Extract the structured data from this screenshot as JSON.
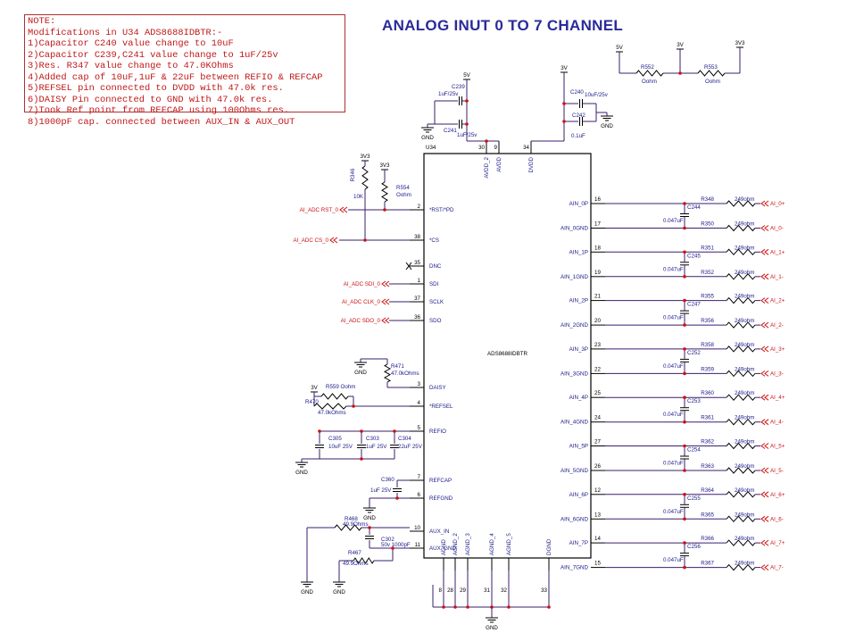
{
  "title": "ANALOG INUT 0 TO 7 CHANNEL",
  "notes": [
    "NOTE:",
    "Modifications in U34 ADS8688IDBTR:-",
    "1)Capacitor C240 value change to 10uF",
    "2)Capacitor C239,C241 value change to 1uF/25v",
    "3)Res. R347 value change to 47.0KOhms",
    "4)Added cap of 10uF,1uF & 22uF between REFIO & REFCAP",
    "5)REFSEL pin connected to DVDD with 47.0k res.",
    "6)DAISY Pin connected to GND with 47.0k res.",
    "7)Took Ref point from REFCAP using 100Ohms res.",
    "8)1000pF cap. connected between AUX_IN & AUX_OUT"
  ],
  "chip": {
    "ref": "U34",
    "part": "ADS8688IDBTR",
    "top_pins": [
      {
        "name": "AVDD_2",
        "num": "30"
      },
      {
        "name": "AVDD",
        "num": "9"
      },
      {
        "name": "DVDD",
        "num": "34"
      }
    ],
    "left_pins": [
      {
        "name": "*RST/*PD",
        "num": "2"
      },
      {
        "name": "*CS",
        "num": "38"
      },
      {
        "name": "DNC",
        "num": "35"
      },
      {
        "name": "SDI",
        "num": "1"
      },
      {
        "name": "SCLK",
        "num": "37"
      },
      {
        "name": "SDO",
        "num": "36"
      },
      {
        "name": "DAISY",
        "num": "3"
      },
      {
        "name": "*REFSEL",
        "num": "4"
      },
      {
        "name": "REFIO",
        "num": "5"
      },
      {
        "name": "REFCAP",
        "num": "7"
      },
      {
        "name": "REFGND",
        "num": "6"
      },
      {
        "name": "AUX_IN",
        "num": "10"
      },
      {
        "name": "AUX_GND",
        "num": "11"
      }
    ],
    "bottom_pins": [
      {
        "name": "AGND",
        "num": "8"
      },
      {
        "name": "AGND_2",
        "num": "28"
      },
      {
        "name": "AGND_3",
        "num": "29"
      },
      {
        "name": "AGND_4",
        "num": "31"
      },
      {
        "name": "AGND_5",
        "num": "32"
      },
      {
        "name": "DGND",
        "num": "33"
      }
    ]
  },
  "channels": [
    {
      "p_name": "AIN_0P",
      "p_num": "16",
      "n_name": "AIN_0GND",
      "n_num": "17",
      "cap": "C244",
      "cap_val": "0.047uF",
      "rp": "R348",
      "rp_val": "249ohm",
      "rn": "R350",
      "rn_val": "249ohm",
      "out_p": "AI_0+",
      "out_n": "AI_0-"
    },
    {
      "p_name": "AIN_1P",
      "p_num": "18",
      "n_name": "AIN_1GND",
      "n_num": "19",
      "cap": "C245",
      "cap_val": "0.047uF",
      "rp": "R351",
      "rp_val": "249ohm",
      "rn": "R352",
      "rn_val": "249ohm",
      "out_p": "AI_1+",
      "out_n": "AI_1-"
    },
    {
      "p_name": "AIN_2P",
      "p_num": "21",
      "n_name": "AIN_2GND",
      "n_num": "20",
      "cap": "C247",
      "cap_val": "0.047uF",
      "rp": "R355",
      "rp_val": "249ohm",
      "rn": "R356",
      "rn_val": "249ohm",
      "out_p": "AI_2+",
      "out_n": "AI_2-"
    },
    {
      "p_name": "AIN_3P",
      "p_num": "23",
      "n_name": "AIN_3GND",
      "n_num": "22",
      "cap": "C252",
      "cap_val": "0.047uF",
      "rp": "R358",
      "rp_val": "249ohm",
      "rn": "R359",
      "rn_val": "249ohm",
      "out_p": "AI_3+",
      "out_n": "AI_3-"
    },
    {
      "p_name": "AIN_4P",
      "p_num": "25",
      "n_name": "AIN_4GND",
      "n_num": "24",
      "cap": "C253",
      "cap_val": "0.047uF",
      "rp": "R360",
      "rp_val": "249ohm",
      "rn": "R361",
      "rn_val": "249ohm",
      "out_p": "AI_4+",
      "out_n": "AI_4-"
    },
    {
      "p_name": "AIN_5P",
      "p_num": "27",
      "n_name": "AIN_5GND",
      "n_num": "26",
      "cap": "C254",
      "cap_val": "0.047uF",
      "rp": "R362",
      "rp_val": "249ohm",
      "rn": "R363",
      "rn_val": "249ohm",
      "out_p": "AI_5+",
      "out_n": "AI_5-"
    },
    {
      "p_name": "AIN_6P",
      "p_num": "12",
      "n_name": "AIN_6GND",
      "n_num": "13",
      "cap": "C255",
      "cap_val": "0.047uF",
      "rp": "R364",
      "rp_val": "249ohm",
      "rn": "R365",
      "rn_val": "249ohm",
      "out_p": "AI_6+",
      "out_n": "AI_6-"
    },
    {
      "p_name": "AIN_7P",
      "p_num": "14",
      "n_name": "AIN_7GND",
      "n_num": "15",
      "cap": "C256",
      "cap_val": "0.047uF",
      "rp": "R366",
      "rp_val": "249ohm",
      "rn": "R367",
      "rn_val": "249ohm",
      "out_p": "AI_7+",
      "out_n": "AI_7-"
    }
  ],
  "signals": {
    "rst": "AI_ADC RST_0",
    "cs": "AI_ADC CS_0",
    "sdi": "AI_ADC SDI_0",
    "clk": "AI_ADC CLK_0",
    "sdo": "AI_ADC SDO_0"
  },
  "labels": {
    "gnd": "GND",
    "v5": "5V",
    "v3": "3V",
    "v3v3": "3V3",
    "c239": "C239",
    "c239_val": "1uF/25v",
    "c241": "C241",
    "c241_val": "1uF/25v",
    "c240": "C240",
    "c240_val": "10uF/25v",
    "c242": "C242",
    "c242_val": "0.1uF",
    "r552": "R552",
    "r552_val": "Oohm",
    "r553": "R553",
    "r553_val": "Oohm",
    "r346": "R346",
    "r346_val": "10K",
    "r554": "R554",
    "r554_val": "Oohm",
    "r471": "R471",
    "r471_val": "47.0kOhms",
    "r559": "R559",
    "r559_val": "Oohm",
    "r470": "R470",
    "r470_val": "47.0kOhms",
    "c305": "C305",
    "c305_val": "10uF 25V",
    "c303": "C303",
    "c303_val": "1uF 25V",
    "c304": "C304",
    "c304_val": "22uF 25V",
    "c360": "C360",
    "c360_val": "1uF 25V",
    "r468": "R468",
    "r468_val": "49.9Ohms",
    "c302": "C302",
    "c302_val": "50v 1000pF",
    "r467": "R467",
    "r467_val": "49.9Ohms"
  },
  "colors": {
    "wire": "#3a1f6e",
    "label": "#1a1a8a",
    "signal": "#cc1111",
    "junction": "#cc1111",
    "chip": "#000000"
  }
}
